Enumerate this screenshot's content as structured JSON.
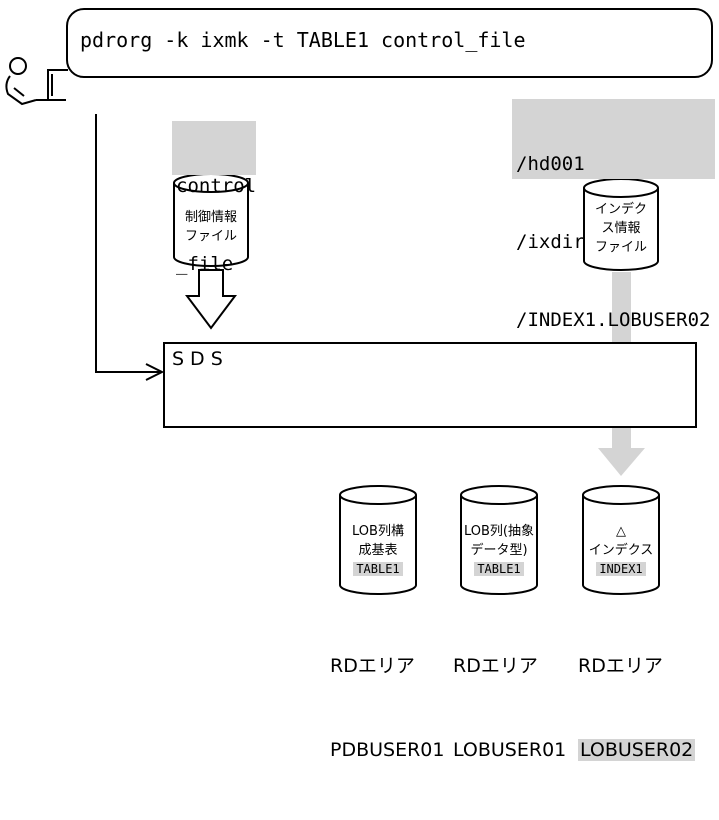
{
  "command": {
    "text": "pdrorg -k ixmk -t TABLE1 control_file"
  },
  "control_file_label": {
    "line1": "control",
    "line2": "_file"
  },
  "index_path": {
    "line1": "/hd001",
    "line2": "/ixdir",
    "line3": "/INDEX1.LOBUSER02"
  },
  "control_info_file": {
    "line1": "制御情報",
    "line2": "ファイル"
  },
  "index_info_file": {
    "line1": "インデク",
    "line2": "ス情報",
    "line3": "ファイル"
  },
  "sds": {
    "label": "SDS"
  },
  "cylinders": [
    {
      "line1": "LOB列構",
      "line2": "成基表",
      "highlight": "TABLE1"
    },
    {
      "line1": "LOB列(抽象",
      "line2": "データ型)",
      "highlight": "TABLE1"
    },
    {
      "line1": "△",
      "line2": "インデクス",
      "highlight": "INDEX1"
    }
  ],
  "rd_areas": [
    {
      "title": "RDエリア",
      "name": "PDBUSER01"
    },
    {
      "title": "RDエリア",
      "name": "LOBUSER01"
    },
    {
      "title": "RDエリア",
      "name": "LOBUSER02"
    }
  ],
  "colors": {
    "highlight": "#d4d4d4",
    "thick_arrow": "#d4d4d4",
    "line": "#000000"
  }
}
